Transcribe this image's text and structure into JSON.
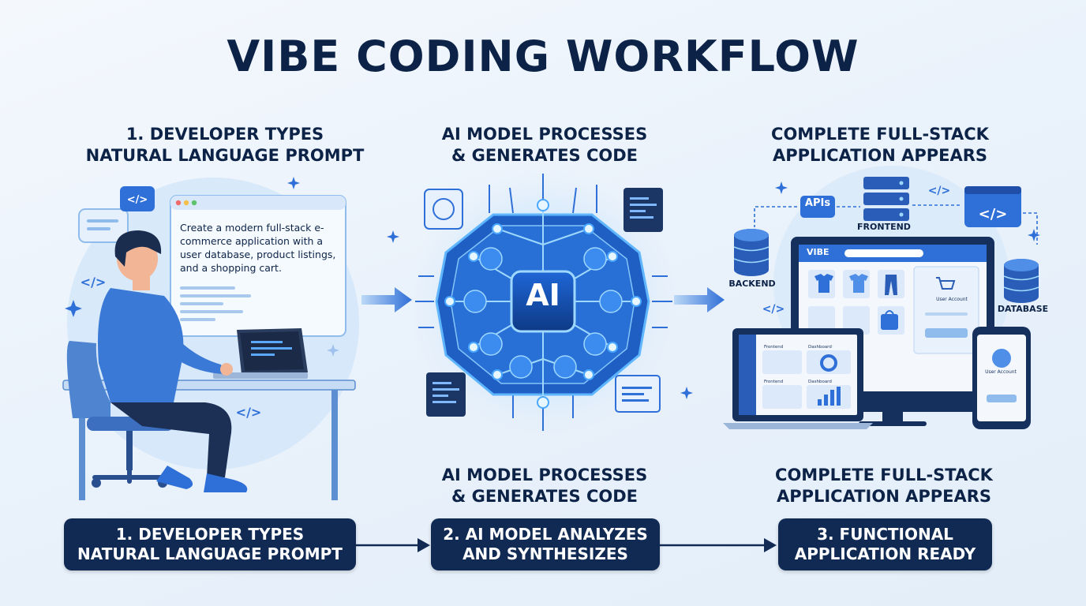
{
  "title": "VIBE CODING WORKFLOW",
  "steps": [
    {
      "heading_line1": "1. DEVELOPER TYPES",
      "heading_line2": "NATURAL LANGUAGE PROMPT",
      "box_line1": "1. DEVELOPER TYPES",
      "box_line2": "NATURAL LANGUAGE PROMPT"
    },
    {
      "heading_line1": "AI MODEL PROCESSES",
      "heading_line2": "& GENERATES CODE",
      "sub_line1": "AI MODEL PROCESSES",
      "sub_line2": "& GENERATES CODE",
      "box_line1": "2. AI MODEL ANALYZES",
      "box_line2": "AND SYNTHESIZES"
    },
    {
      "heading_line1": "COMPLETE FULL-STACK",
      "heading_line2": "APPLICATION APPEARS",
      "sub_line1": "COMPLETE FULL-STACK",
      "sub_line2": "APPLICATION APPEARS",
      "box_line1": "3. FUNCTIONAL",
      "box_line2": "APPLICATION READY"
    }
  ],
  "prompt_window": {
    "text": "Create a modern full-stack e-commerce application with a user database, product listings, and a shopping cart."
  },
  "code_icon": "</>",
  "ai_core": {
    "label": "AI"
  },
  "app_panel": {
    "apis": "APIs",
    "frontend": "FRONTEND",
    "backend": "BACKEND",
    "database": "DATABASE",
    "store_logo": "VIBE",
    "user_account": "User Account",
    "laptop_panel_1": "Frontend",
    "laptop_panel_2": "Dashboard",
    "laptop_panel_3": "Frontend",
    "laptop_panel_4": "Dashboard"
  },
  "colors": {
    "navy": "#102a54",
    "accent": "#2f6fd8",
    "light": "#cfe2f8"
  }
}
